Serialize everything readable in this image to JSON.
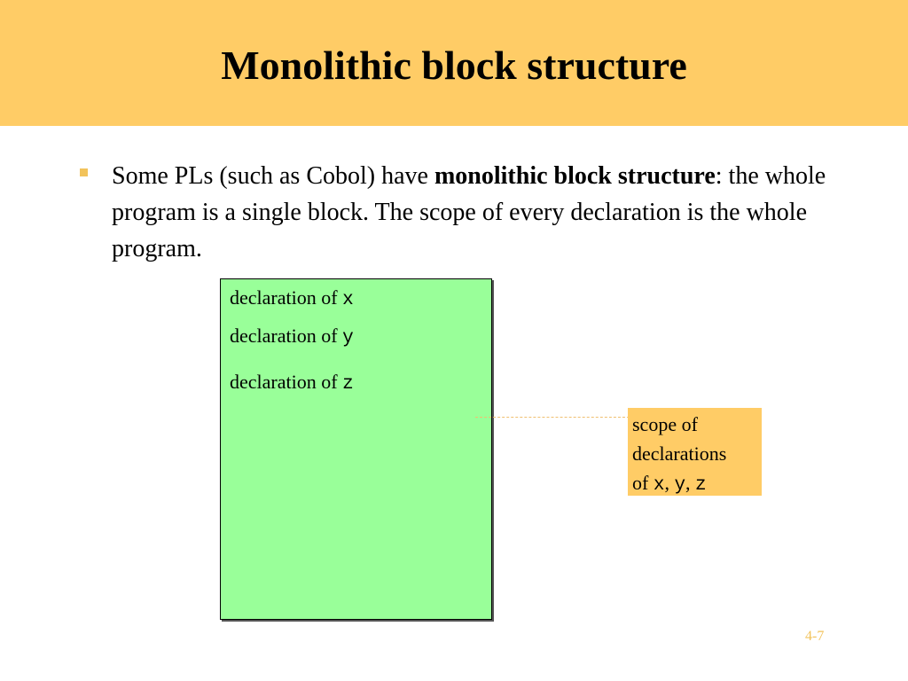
{
  "slide": {
    "title": "Monolithic block structure",
    "bullet": {
      "text_before": "Some PLs (such as Cobol) have ",
      "bold_term": "monolithic block structure",
      "text_after": ": the whole program is a single block. The scope of every declaration is the whole program."
    },
    "program_block": {
      "declarations": [
        {
          "label": "declaration of ",
          "var": "x"
        },
        {
          "label": "declaration of ",
          "var": "y"
        },
        {
          "label": "declaration of ",
          "var": "z"
        }
      ]
    },
    "scope_callout": {
      "line1": "scope of",
      "line2": "declarations",
      "line3_prefix": "of ",
      "vars": [
        "x",
        "y",
        "z"
      ],
      "separator": ", "
    },
    "page_number": "4-7"
  },
  "colors": {
    "title_bar": "#ffcc66",
    "program_block": "#99ff99",
    "scope_callout": "#ffcc66",
    "bullet_and_page_number": "#f2c35b"
  }
}
